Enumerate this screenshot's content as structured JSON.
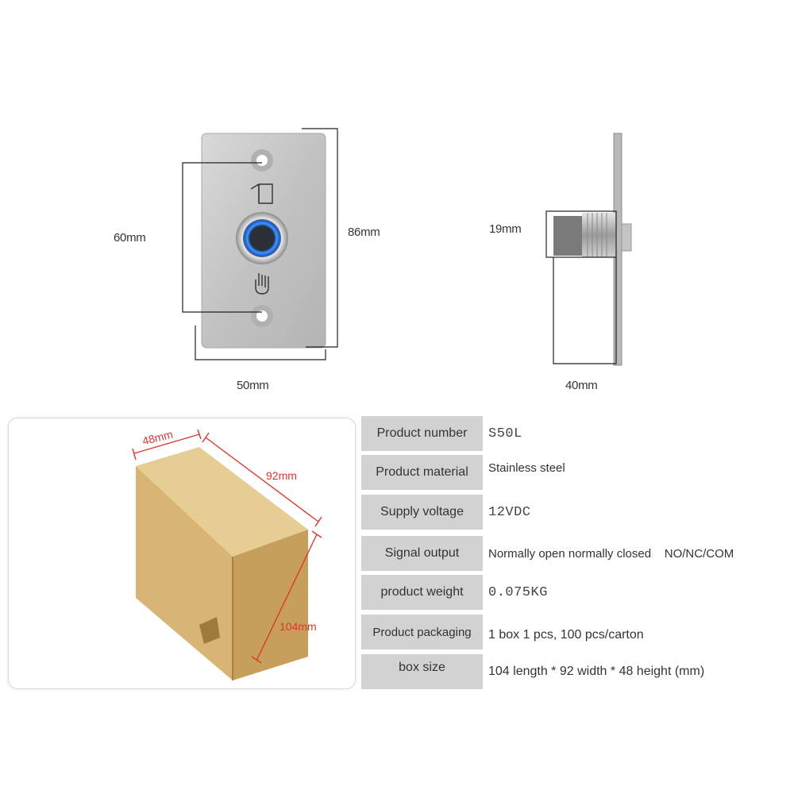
{
  "dimensions": {
    "front_height_inner": "60mm",
    "front_height_outer": "86mm",
    "front_width": "50mm",
    "side_diameter": "19mm",
    "side_depth": "40mm"
  },
  "box": {
    "depth": "48mm",
    "width": "92mm",
    "height": "104mm"
  },
  "specs": [
    {
      "label": "Product number",
      "value": "S50L",
      "mono": true
    },
    {
      "label": "Product material",
      "value": "Stainless steel",
      "mono": false
    },
    {
      "label": "Supply voltage",
      "value": "12VDC",
      "mono": true
    },
    {
      "label": "Signal output",
      "value": "Normally open normally closed    NO/NC/COM",
      "mono": false
    },
    {
      "label": "product weight",
      "value": "0.075KG",
      "mono": true
    },
    {
      "label": "Product packaging",
      "value": "1 box 1 pcs, 100 pcs/carton",
      "mono": false
    },
    {
      "label": "box size",
      "value": "104 length * 92 width * 48 height (mm)",
      "mono": false
    }
  ],
  "colors": {
    "steel": "#c8c8c8",
    "led_blue": "#2f7df0",
    "cardboard": "#d9b97c",
    "dim_red": "#e0362e",
    "label_bg": "#d2d2d2"
  }
}
